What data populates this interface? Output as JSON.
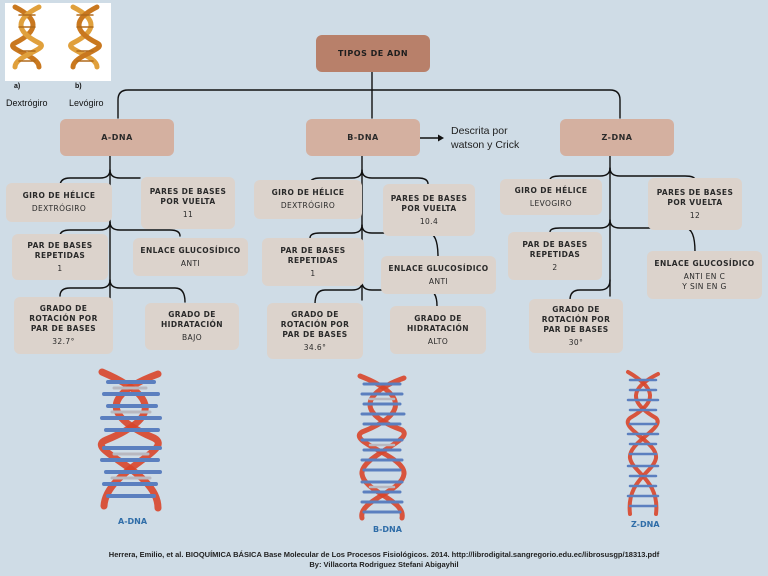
{
  "root": {
    "label": "TIPOS DE ADN"
  },
  "legend": {
    "a_tag": "a)",
    "b_tag": "b)",
    "a_label": "Dextrógiro",
    "b_label": "Levógiro"
  },
  "a_dna": {
    "title": "A-DNA",
    "giro_title": "GIRO DE HÉLICE",
    "giro_value": "DEXTRÓGIRO",
    "pares_title": "PARES DE BASES POR VUELTA",
    "pares_value": "11",
    "repetidas_title": "PAR DE BASES REPETIDAS",
    "repetidas_value": "1",
    "enlace_title": "ENLACE GLUCOSÍDICO",
    "enlace_value": "ANTI",
    "rotacion_title": "GRADO DE ROTACIÓN POR PAR DE BASES",
    "rotacion_value": "32.7°",
    "hidratacion_title": "GRADO DE HIDRATACIÓN",
    "hidratacion_value": "BAJO",
    "model_label": "A-DNA"
  },
  "b_dna": {
    "title": "B-DNA",
    "note_line1": "Descrita por",
    "note_line2": "watson y Crick",
    "giro_title": "GIRO DE HÉLICE",
    "giro_value": "DEXTRÓGIRO",
    "pares_title": "PARES DE BASES POR VUELTA",
    "pares_value": "10.4",
    "repetidas_title": "PAR DE BASES REPETIDAS",
    "repetidas_value": "1",
    "enlace_title": "ENLACE GLUCOSÍDICO",
    "enlace_value": "ANTI",
    "rotacion_title": "GRADO DE ROTACIÓN POR PAR DE BASES",
    "rotacion_value": "34.6°",
    "hidratacion_title": "GRADO DE HIDRATACIÓN",
    "hidratacion_value": "ALTO",
    "model_label": "B-DNA"
  },
  "z_dna": {
    "title": "Z-DNA",
    "giro_title": "GIRO DE HÉLICE",
    "giro_value": "LEVOGIRO",
    "pares_title": "PARES DE BASES POR VUELTA",
    "pares_value": "12",
    "repetidas_title": "PAR DE BASES REPETIDAS",
    "repetidas_value": "2",
    "enlace_title": "ENLACE GLUCOSÍDICO",
    "enlace_value_line1": "ANTI EN C",
    "enlace_value_line2": "Y SIN EN G",
    "rotacion_title": "GRADO DE ROTACIÓN POR PAR DE BASES",
    "rotacion_value": "30°",
    "model_label": "Z-DNA"
  },
  "reference": {
    "line1": "Herrera, Emilio, et al. BIOQUÍMICA BÁSICA Base Molecular de Los Procesos Fisiológicos. 2014. http://librodigital.sangregorio.edu.ec/librosusgp/18313.pdf",
    "line2": "By: Villacorta Rodriguez Stefani Abigayhil"
  },
  "colors": {
    "background": "#cfdce6",
    "root_box": "#b8806a",
    "type_box": "#d4b0a0",
    "property_box": "#dcd3cc",
    "connector": "#111111",
    "helix_ribbon": "#d98a2b",
    "atom_red": "#d8452a",
    "atom_blue": "#5b7fbf"
  }
}
